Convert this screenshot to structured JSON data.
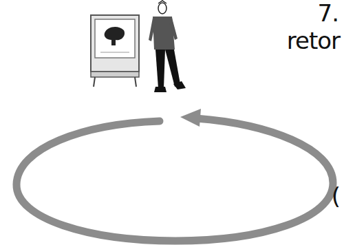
{
  "diagram": {
    "labels": [
      "7.",
      "retor",
      "("
    ]
  }
}
